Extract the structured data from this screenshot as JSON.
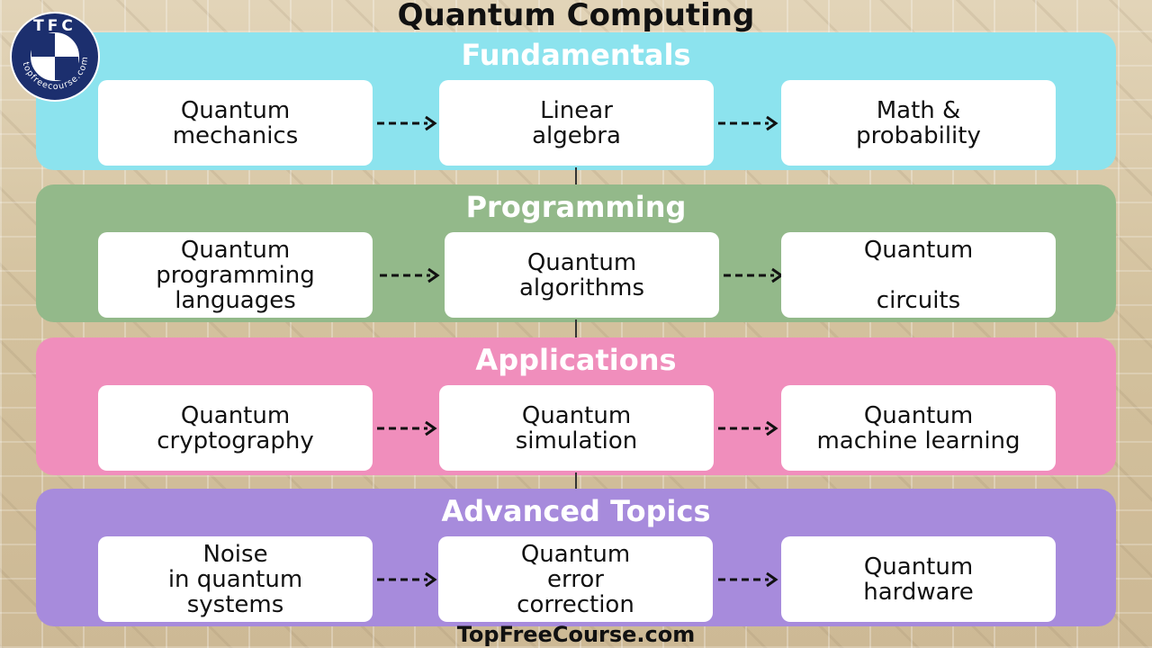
{
  "title": "Quantum Computing",
  "footer": "TopFreeCourse.com",
  "logo": {
    "initials": "TFC",
    "ring_text": "topfreecourse.com"
  },
  "colors": {
    "fundamentals": "#8ce3ee",
    "programming": "#93b98a",
    "applications": "#f08ebc",
    "advanced": "#a78bdc"
  },
  "sections": [
    {
      "title": "Fundamentals",
      "nodes": [
        "Quantum\nmechanics",
        "Linear\nalgebra",
        "Math &\nprobability"
      ]
    },
    {
      "title": "Programming",
      "nodes": [
        "Quantum\nprogramming\nlanguages",
        "Quantum\nalgorithms",
        "Quantum\n\ncircuits"
      ]
    },
    {
      "title": "Applications",
      "nodes": [
        "Quantum\ncryptography",
        "Quantum\nsimulation",
        "Quantum\nmachine learning"
      ]
    },
    {
      "title": "Advanced Topics",
      "nodes": [
        "Noise\nin quantum\nsystems",
        "Quantum\nerror\ncorrection",
        "Quantum\nhardware"
      ]
    }
  ]
}
